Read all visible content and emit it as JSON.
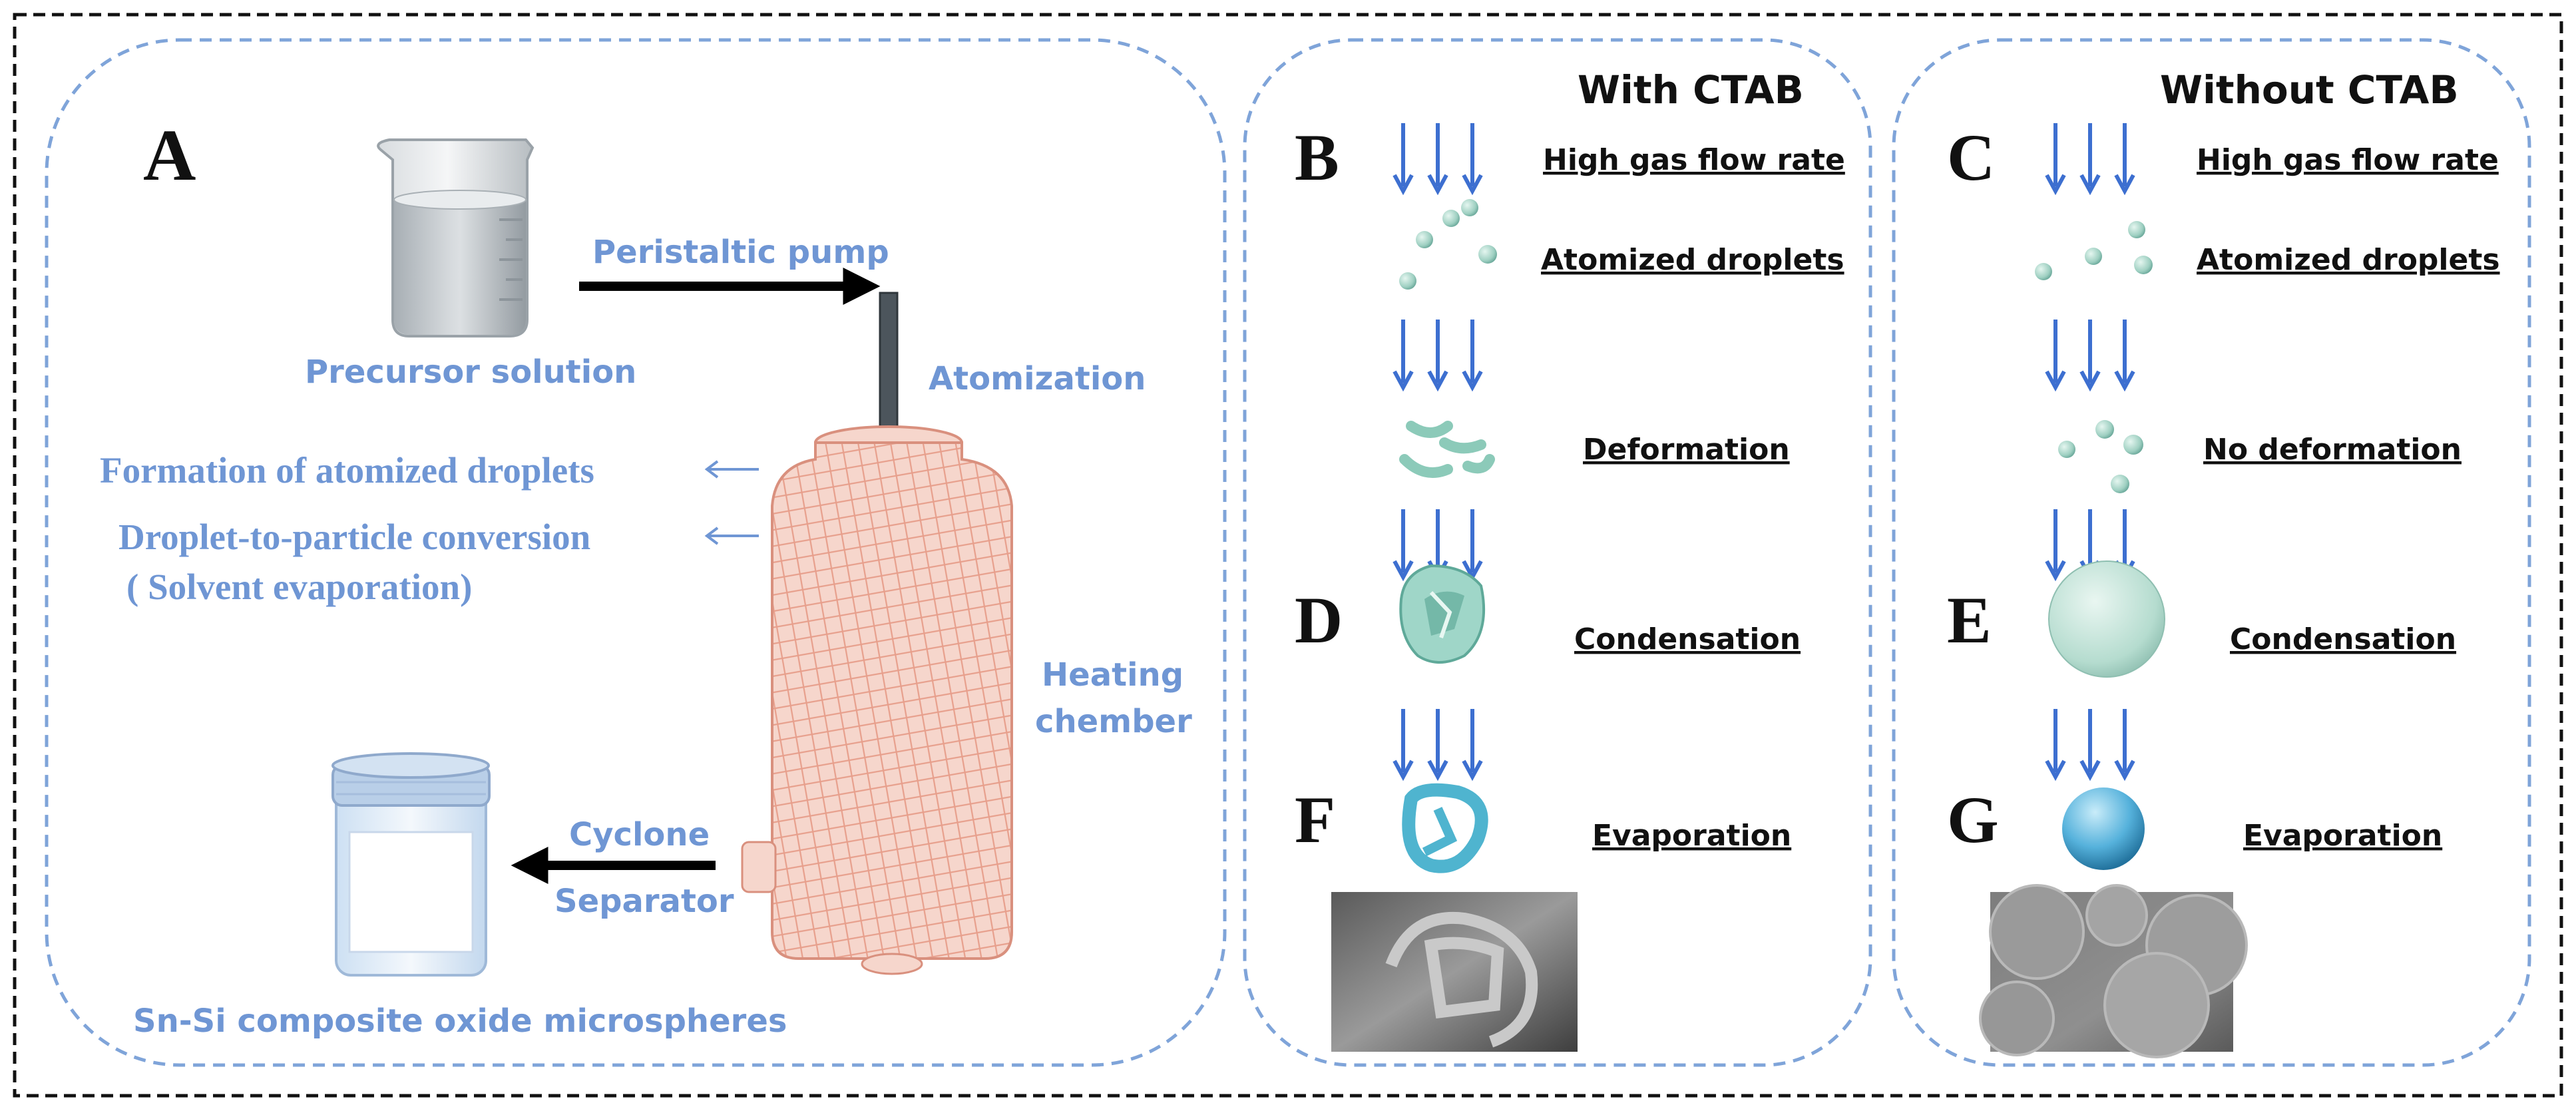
{
  "panel_a": {
    "letter": "A",
    "precursor_solution": "Precursor solution",
    "peristaltic_pump": "Peristaltic pump",
    "atomization": "Atomization",
    "formation_droplets": "Formation of atomized droplets",
    "conversion": "Droplet-to-particle conversion",
    "evaporation_note": "( Solvent evaporation)",
    "heating_line1": "Heating",
    "heating_line2": "chember",
    "cyclone_line1": "Cyclone",
    "cyclone_line2": "Separator",
    "product": "Sn-Si composite oxide microspheres"
  },
  "with_ctab": {
    "title": "With CTAB",
    "letter_top": "B",
    "letter_mid": "D",
    "letter_bottom": "F",
    "steps": [
      "High gas flow rate",
      "Atomized droplets",
      "Deformation",
      "Condensation",
      "Evaporation"
    ]
  },
  "without_ctab": {
    "title": "Without CTAB",
    "letter_top": "C",
    "letter_mid": "E",
    "letter_bottom": "G",
    "steps": [
      "High gas flow rate",
      "Atomized droplets",
      "No deformation",
      "Condensation",
      "Evaporation"
    ]
  },
  "colors": {
    "accent_blue": "#6f96d4",
    "arrow_blue": "#3d6fd0",
    "chamber_pink": "#f2b7a8",
    "dashed_border": "#7fa4d9"
  }
}
